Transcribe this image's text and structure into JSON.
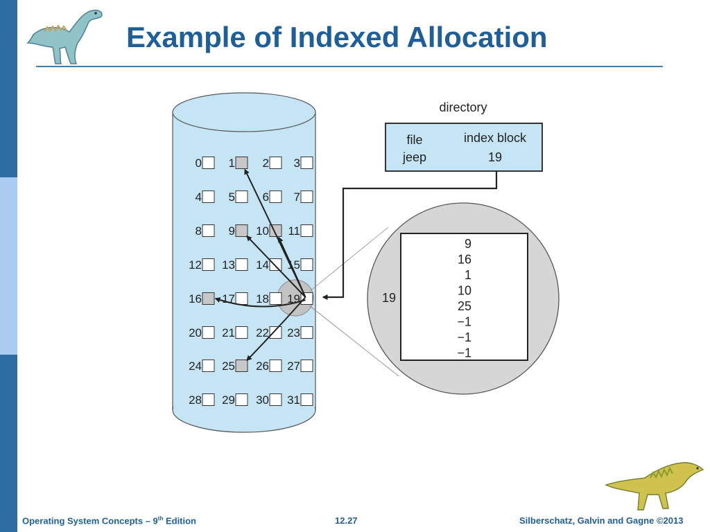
{
  "slide": {
    "title": "Example of Indexed Allocation",
    "footer_left": "Operating System Concepts – 9",
    "footer_left_sup": "th",
    "footer_left_suffix": " Edition",
    "page_number": "12.27",
    "footer_right": "Silberschatz, Galvin and Gagne ©2013",
    "accent_color": "#1f5f99",
    "sidebar_colors": [
      "#2f6ea5",
      "#a9ccf0"
    ]
  },
  "directory": {
    "label": "directory",
    "col_file": "file",
    "col_index_block": "index block",
    "file_name": "jeep",
    "index_block": "19"
  },
  "disk": {
    "block_count": 32,
    "used_blocks": [
      1,
      9,
      10,
      16,
      25
    ],
    "index_block": 19
  },
  "index_block": {
    "label": "19",
    "entries": [
      "9",
      "16",
      "1",
      "10",
      "25",
      "−1",
      "−1",
      "−1"
    ]
  },
  "colors": {
    "disk_fill": "#c5e5f5",
    "zoom_fill": "#d6d6d6",
    "used_block": "#c7c7c7"
  }
}
